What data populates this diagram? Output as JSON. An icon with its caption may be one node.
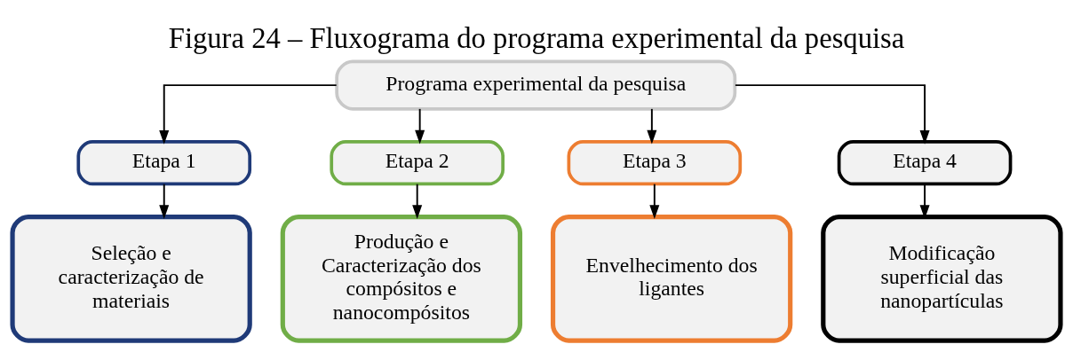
{
  "diagram": {
    "title": "Figura 24 – Fluxograma do programa experimental da pesquisa",
    "nodes": [
      {
        "text": [
          "Programa experimental da pesquisa"
        ]
      },
      {
        "text": [
          "Etapa 1"
        ]
      },
      {
        "text": [
          "Etapa 2"
        ]
      },
      {
        "text": [
          "Etapa 3"
        ]
      },
      {
        "text": [
          "Etapa 4"
        ]
      },
      {
        "text": [
          "Seleção e caracterização de materiais"
        ]
      },
      {
        "text": [
          "Produção e Caracterização dos compósitos e nanocompósitos"
        ]
      },
      {
        "text": [
          "Envelhecimento dos ligantes"
        ]
      },
      {
        "text": [
          "Modificação superficial das nanopartículas"
        ]
      }
    ],
    "edges": [
      {
        "from": 0,
        "to": 1,
        "arrow": "to"
      },
      {
        "from": 0,
        "to": 2,
        "arrow": "to"
      },
      {
        "from": 0,
        "to": 3,
        "arrow": "to"
      },
      {
        "from": 0,
        "to": 4,
        "arrow": "to"
      },
      {
        "from": 1,
        "to": 5,
        "arrow": "to"
      },
      {
        "from": 2,
        "to": 6,
        "arrow": "to"
      },
      {
        "from": 3,
        "to": 7,
        "arrow": "to"
      },
      {
        "from": 4,
        "to": 8,
        "arrow": "to"
      }
    ]
  }
}
